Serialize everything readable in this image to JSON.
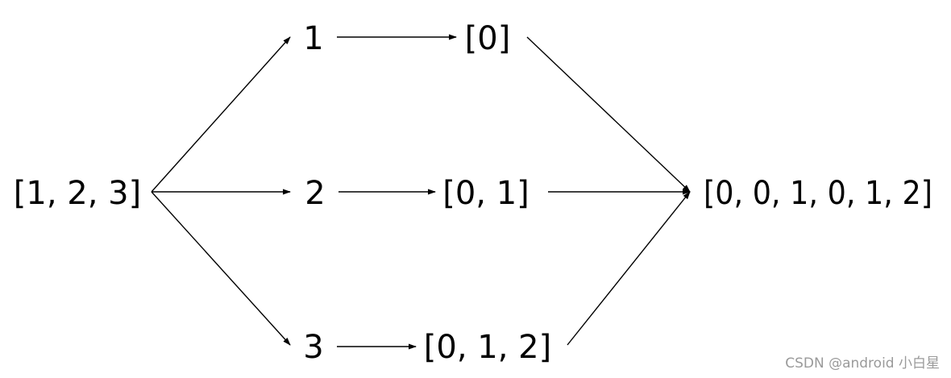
{
  "diagram": {
    "nodes": {
      "input": "[1, 2, 3]",
      "n1": "1",
      "n2": "2",
      "n3": "3",
      "r1": "[0]",
      "r2": "[0, 1]",
      "r3": "[0, 1, 2]",
      "output": "[0, 0, 1, 0, 1, 2]"
    }
  },
  "watermark": "CSDN @android 小白星"
}
